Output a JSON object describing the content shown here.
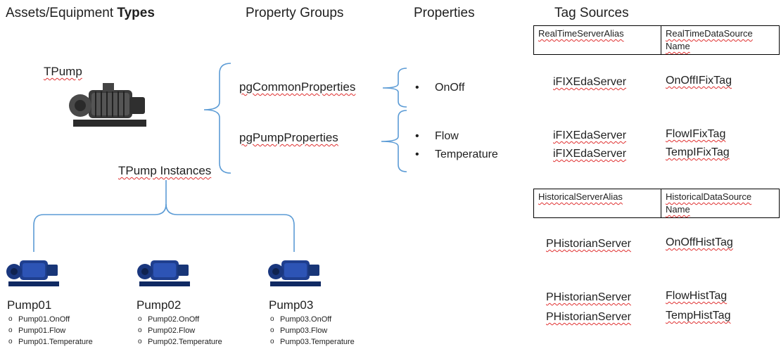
{
  "headers": {
    "types_prefix": "Assets/Equipment ",
    "types_bold": "Types",
    "property_groups": "Property Groups",
    "properties": "Properties",
    "tag_sources": "Tag Sources"
  },
  "type_name": "TPump",
  "instances_label": "TPump Instances",
  "groups": [
    "pgCommonProperties",
    "pgPumpProperties"
  ],
  "properties": {
    "common": [
      "OnOff"
    ],
    "pump": [
      "Flow",
      "Temperature"
    ]
  },
  "realtime_table": {
    "col1": "RealTimeServerAlias",
    "col2": "RealTimeDataSource Name"
  },
  "realtime_rows": [
    {
      "server": "iFIXEdaServer",
      "tag": "OnOffIFixTag"
    },
    {
      "server": "iFIXEdaServer",
      "tag": "FlowIFixTag"
    },
    {
      "server": "iFIXEdaServer",
      "tag": "TempIFixTag"
    }
  ],
  "historical_table": {
    "col1": "HistoricalServerAlias",
    "col2": "HistoricalDataSource Name"
  },
  "historical_rows": [
    {
      "server": "PHistorianServer",
      "tag": "OnOffHistTag"
    },
    {
      "server": "PHistorianServer",
      "tag": "FlowHistTag"
    },
    {
      "server": "PHistorianServer",
      "tag": "TempHistTag"
    }
  ],
  "instances": [
    {
      "name": "Pump01",
      "props": [
        "Pump01.OnOff",
        "Pump01.Flow",
        "Pump01.Temperature"
      ]
    },
    {
      "name": "Pump02",
      "props": [
        "Pump02.OnOff",
        "Pump02.Flow",
        "Pump02.Temperature"
      ]
    },
    {
      "name": "Pump03",
      "props": [
        "Pump03.OnOff",
        "Pump03.Flow",
        "Pump03.Temperature"
      ]
    }
  ],
  "colors": {
    "bracket": "#5b9bd5",
    "pump_blue": "#1f3f8f",
    "pump_gray": "#3a3a3a"
  },
  "icons": {
    "type_image": "gray-pump-icon",
    "instance_image": "blue-pump-icon"
  }
}
